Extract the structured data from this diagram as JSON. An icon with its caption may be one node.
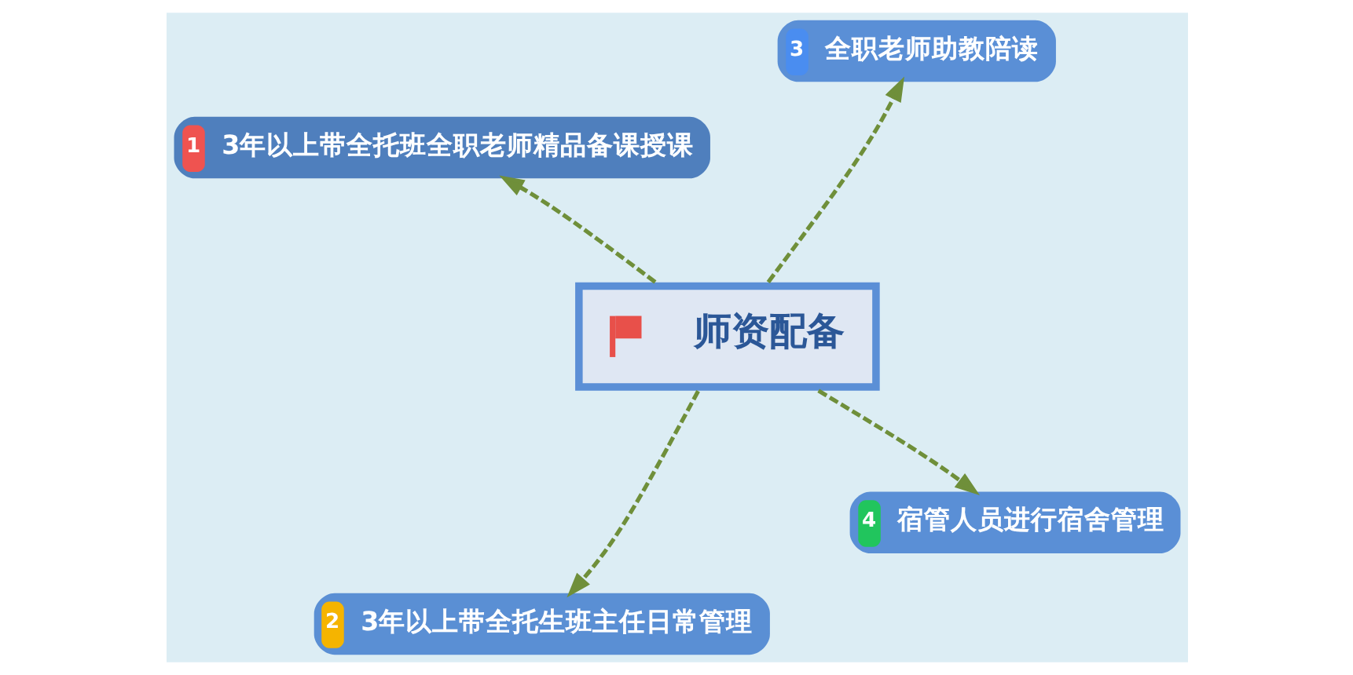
{
  "diagram": {
    "nodes": [
      {
        "text": [
          "师资配备"
        ]
      },
      {
        "text": [
          "1",
          "3年以上带全托班全职老师精品备课授课"
        ]
      },
      {
        "text": [
          "2",
          "3年以上带全托生班主任日常管理"
        ]
      },
      {
        "text": [
          "3",
          "全职老师助教陪读"
        ]
      },
      {
        "text": [
          "4",
          "宿管人员进行宿舍管理"
        ]
      }
    ],
    "edges": [
      {
        "from": 0,
        "to": 1,
        "arrow": "to",
        "style": "dashed"
      },
      {
        "from": 0,
        "to": 2,
        "arrow": "to",
        "style": "dashed"
      },
      {
        "from": 0,
        "to": 3,
        "arrow": "to",
        "style": "dashed"
      },
      {
        "from": 0,
        "to": 4,
        "arrow": "to",
        "style": "dashed"
      }
    ]
  }
}
